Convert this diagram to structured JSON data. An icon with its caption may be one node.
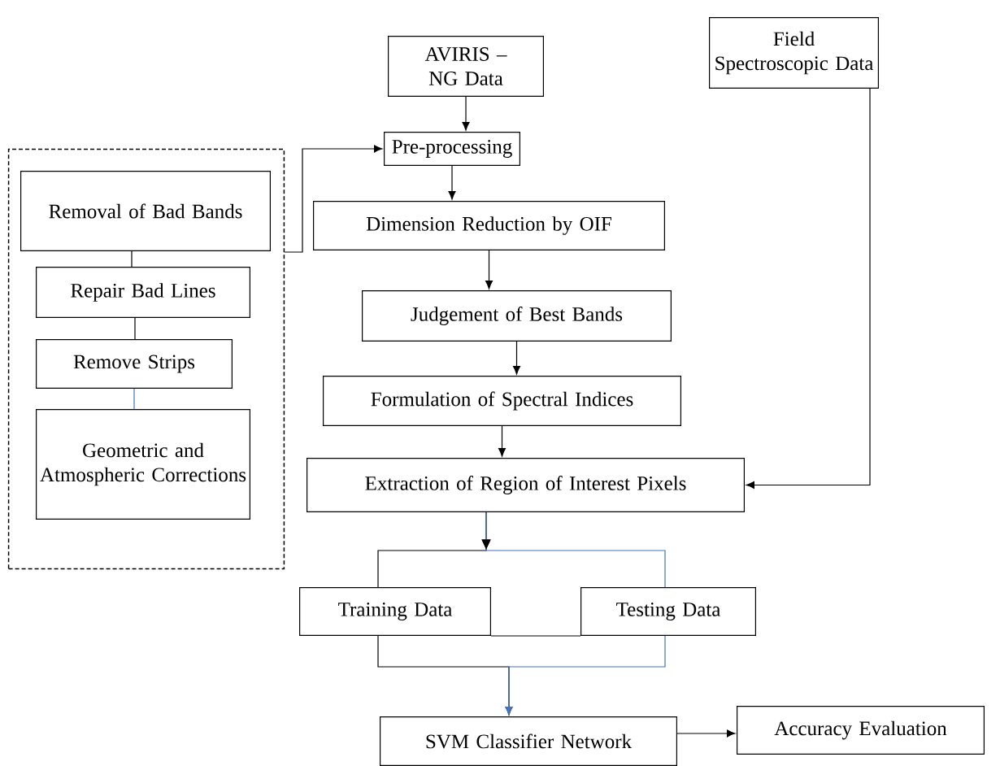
{
  "diagram": {
    "nodes": [
      {
        "text": [
          "AVIRIS – NG Data"
        ]
      },
      {
        "text": [
          "Field Spectroscopic Data"
        ]
      },
      {
        "text": [
          "Pre-processing"
        ]
      },
      {
        "text": [],
        "shape": "box"
      },
      {
        "text": [
          "Removal of Bad Bands"
        ],
        "in": 3
      },
      {
        "text": [
          "Repair Bad Lines"
        ],
        "in": 3
      },
      {
        "text": [
          "Remove Strips"
        ],
        "in": 3
      },
      {
        "text": [
          "Geometric and Atmospheric Corrections"
        ],
        "in": 3
      },
      {
        "text": [
          "Dimension Reduction by OIF"
        ]
      },
      {
        "text": [
          "Judgement of Best Bands"
        ]
      },
      {
        "text": [
          "Formulation of Spectral Indices"
        ]
      },
      {
        "text": [
          "Extraction of Region of Interest Pixels"
        ]
      },
      {
        "text": [
          "Training Data"
        ]
      },
      {
        "text": [
          "Testing Data"
        ]
      },
      {
        "text": [
          "SVM Classifier Network"
        ]
      },
      {
        "text": [
          "Accuracy Evaluation"
        ]
      }
    ],
    "edges": [
      {
        "from": 0,
        "to": 2,
        "arrow": "to"
      },
      {
        "from": 3,
        "to": 2,
        "arrow": "to"
      },
      {
        "from": 4,
        "to": 5,
        "arrow": "none"
      },
      {
        "from": 5,
        "to": 6,
        "arrow": "none"
      },
      {
        "from": 6,
        "to": 7,
        "arrow": "none",
        "color": "#4472c4"
      },
      {
        "from": 2,
        "to": 8,
        "arrow": "to"
      },
      {
        "from": 8,
        "to": 9,
        "arrow": "to"
      },
      {
        "from": 9,
        "to": 10,
        "arrow": "to"
      },
      {
        "from": 10,
        "to": 11,
        "arrow": "to"
      },
      {
        "from": 1,
        "to": 11,
        "arrow": "to"
      },
      {
        "from": 11,
        "to": 12,
        "arrow": "to"
      },
      {
        "from": 11,
        "to": 13,
        "arrow": "to",
        "color": "#4472c4"
      },
      {
        "from": 12,
        "to": 13,
        "arrow": "none"
      },
      {
        "from": 12,
        "to": 14,
        "arrow": "to"
      },
      {
        "from": 13,
        "to": 14,
        "arrow": "to",
        "color": "#4472c4"
      },
      {
        "from": 14,
        "to": 15,
        "arrow": "to"
      }
    ]
  }
}
